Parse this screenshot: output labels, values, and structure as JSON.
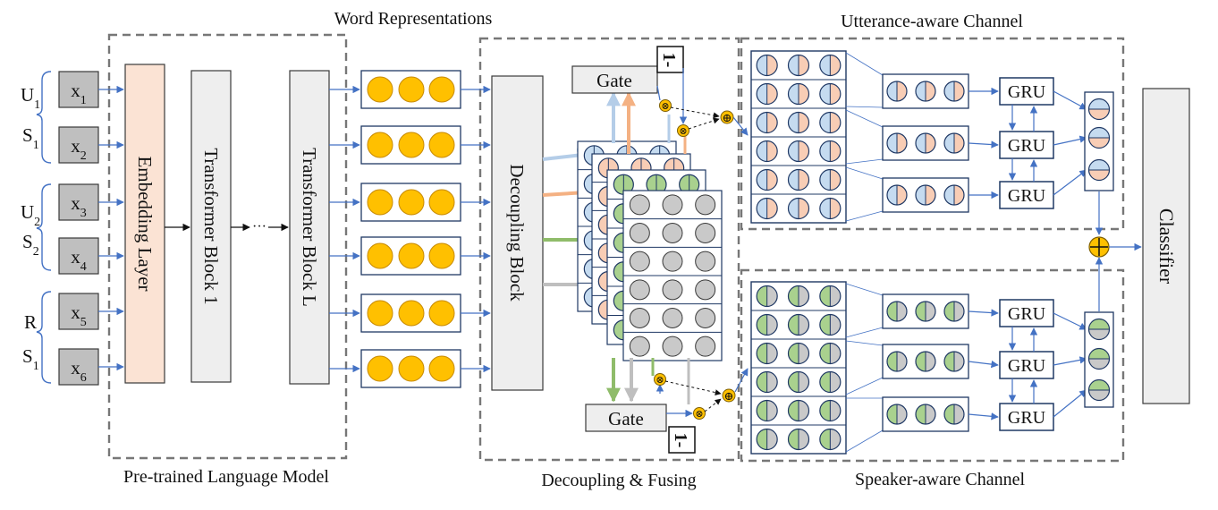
{
  "sections": {
    "word_representations": "Word Representations",
    "utterance_channel": "Utterance-aware Channel",
    "speaker_channel": "Speaker-aware Channel",
    "plm": "Pre-trained Language Model",
    "decoupling_fusing": "Decoupling & Fusing"
  },
  "tokens": [
    {
      "base": "x",
      "sub": "1"
    },
    {
      "base": "x",
      "sub": "2"
    },
    {
      "base": "x",
      "sub": "3"
    },
    {
      "base": "x",
      "sub": "4"
    },
    {
      "base": "x",
      "sub": "5"
    },
    {
      "base": "x",
      "sub": "6"
    }
  ],
  "segment_labels": [
    {
      "base": "U",
      "sub": "1"
    },
    {
      "base": "S",
      "sub": "1"
    },
    {
      "base": "U",
      "sub": "2"
    },
    {
      "base": "S",
      "sub": "2"
    },
    {
      "base": "R",
      "sub": ""
    },
    {
      "base": "S",
      "sub": "1"
    }
  ],
  "blocks": {
    "embedding": "Embedding Layer",
    "transformer1": "Transformer Block 1",
    "transformerL": "Transformer Block L",
    "ellipsis": "···",
    "decoupling": "Decoupling Block",
    "classifier": "Classifier"
  },
  "gate": {
    "label": "Gate",
    "one_minus": "1-"
  },
  "gru_label": "GRU",
  "colors": {
    "embedding_fill": "#fbe3d4",
    "block_fill": "#eeeeee",
    "token_fill": "#bfbfbf",
    "orange_circle": "#ffc000",
    "orange_stroke": "#c88a00",
    "blue_half": "#c5dbf0",
    "peach_half": "#f8cdb5",
    "green_half": "#a9d18e",
    "grey_circle": "#c9c9c9",
    "line_blue": "#4472c4",
    "arrow_blue_light": "#b4cde8",
    "arrow_peach": "#f4b183",
    "arrow_green": "#8fbc6a",
    "arrow_grey": "#bfbfbf",
    "gate_fill": "#eeeeee",
    "dash": "#777777"
  }
}
